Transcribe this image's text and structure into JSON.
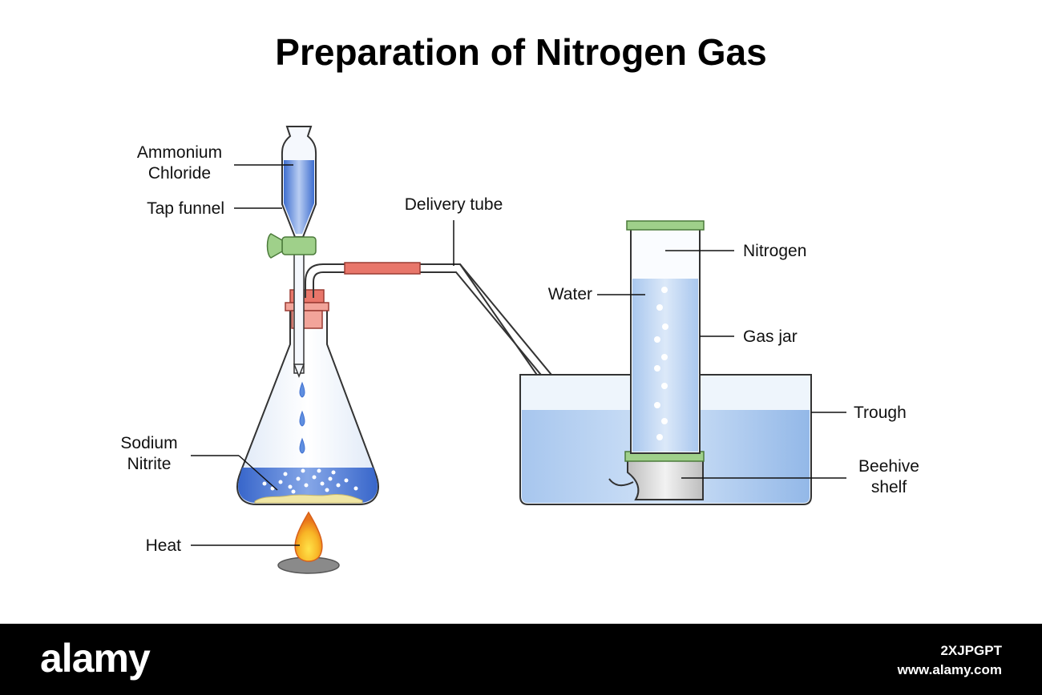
{
  "title": "Preparation of Nitrogen Gas",
  "labels": {
    "ammonium_chloride_1": "Ammonium",
    "ammonium_chloride_2": "Chloride",
    "tap_funnel": "Tap funnel",
    "delivery_tube": "Delivery tube",
    "nitrogen": "Nitrogen",
    "water": "Water",
    "gas_jar": "Gas jar",
    "trough": "Trough",
    "beehive_shelf_1": "Beehive",
    "beehive_shelf_2": "shelf",
    "sodium_nitrite_1": "Sodium",
    "sodium_nitrite_2": "Nitrite",
    "heat": "Heat"
  },
  "footer": {
    "logo": "alamy",
    "image_id": "2XJPGPT",
    "site": "www.alamy.com"
  },
  "colors": {
    "liquid_blue": "#3f6fd0",
    "water_blue": "#a8c8ee",
    "stopper_red": "#e8766a",
    "tap_green": "#9fd08a",
    "flame_orange": "#f5a623",
    "beehive_grey": "#d9d9d9"
  }
}
